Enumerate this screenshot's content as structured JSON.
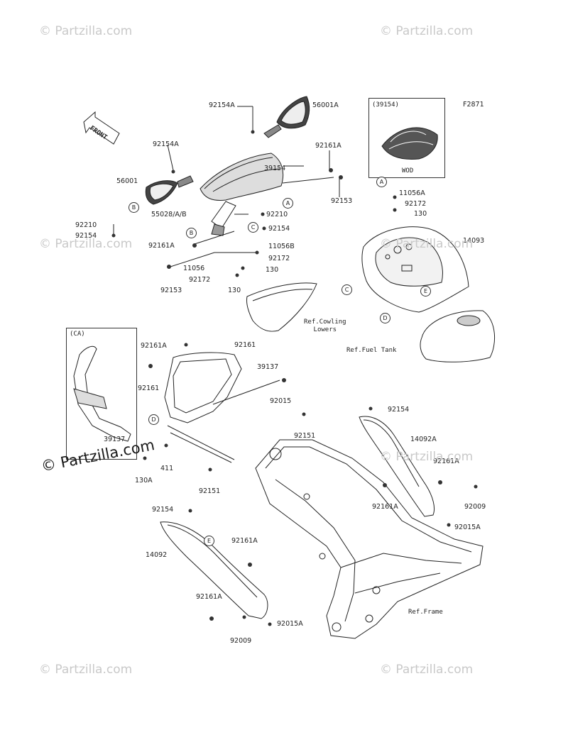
{
  "diagram": {
    "figure_code": "F2871",
    "front_label": "FRONT",
    "inset_wod": {
      "header": "(39154)",
      "footer": "WOD"
    },
    "inset_ca": {
      "header": "(CA)",
      "part": "39137"
    },
    "references": {
      "cowling_lowers": "Ref.Cowling\nLowers",
      "fuel_tank": "Ref.Fuel Tank",
      "frame": "Ref.Frame"
    },
    "callouts": [
      "A",
      "B",
      "C",
      "D",
      "E"
    ],
    "part_labels": {
      "p92154A_top": "92154A",
      "p56001A": "56001A",
      "p92154A_left": "92154A",
      "p39154": "39154",
      "p92161A_tr": "92161A",
      "p56001": "56001",
      "p92153_r": "92153",
      "p55028": "55028/A/B",
      "p92210_mid": "92210",
      "p92154_mid": "92154",
      "p92210_left": "92210",
      "p92154_left": "92154",
      "p92161A_mid": "92161A",
      "p11056B": "11056B",
      "p92172_mid": "92172",
      "p11056": "11056",
      "p130_mid": "130",
      "p92172_low": "92172",
      "p92153_low": "92153",
      "p130_low": "130",
      "p11056A": "11056A",
      "p92172_r": "92172",
      "p130_r": "130",
      "p14093": "14093",
      "p92161A_bracket": "92161A",
      "p92161_bracket": "92161",
      "p39137": "39137",
      "p92161_left": "92161",
      "p92015": "92015",
      "p92151_r": "92151",
      "p411": "411",
      "p130A": "130A",
      "p92151_low": "92151",
      "p92154_rp": "92154",
      "p14092A": "14092A",
      "p92161A_rp1": "92161A",
      "p92161A_rp2": "92161A",
      "p92009_r": "92009",
      "p92015A_r": "92015A",
      "p92154_lp": "92154",
      "p14092": "14092",
      "p92161A_lp1": "92161A",
      "p92161A_lp2": "92161A",
      "p92015A_l": "92015A",
      "p92009_l": "92009"
    },
    "watermark": "© Partzilla.com"
  },
  "colors": {
    "line": "#222222",
    "fill_light": "#eeeeee",
    "fill_mid": "#bdbdbd",
    "fill_dark": "#555555",
    "watermark": "#c9c9c9"
  }
}
